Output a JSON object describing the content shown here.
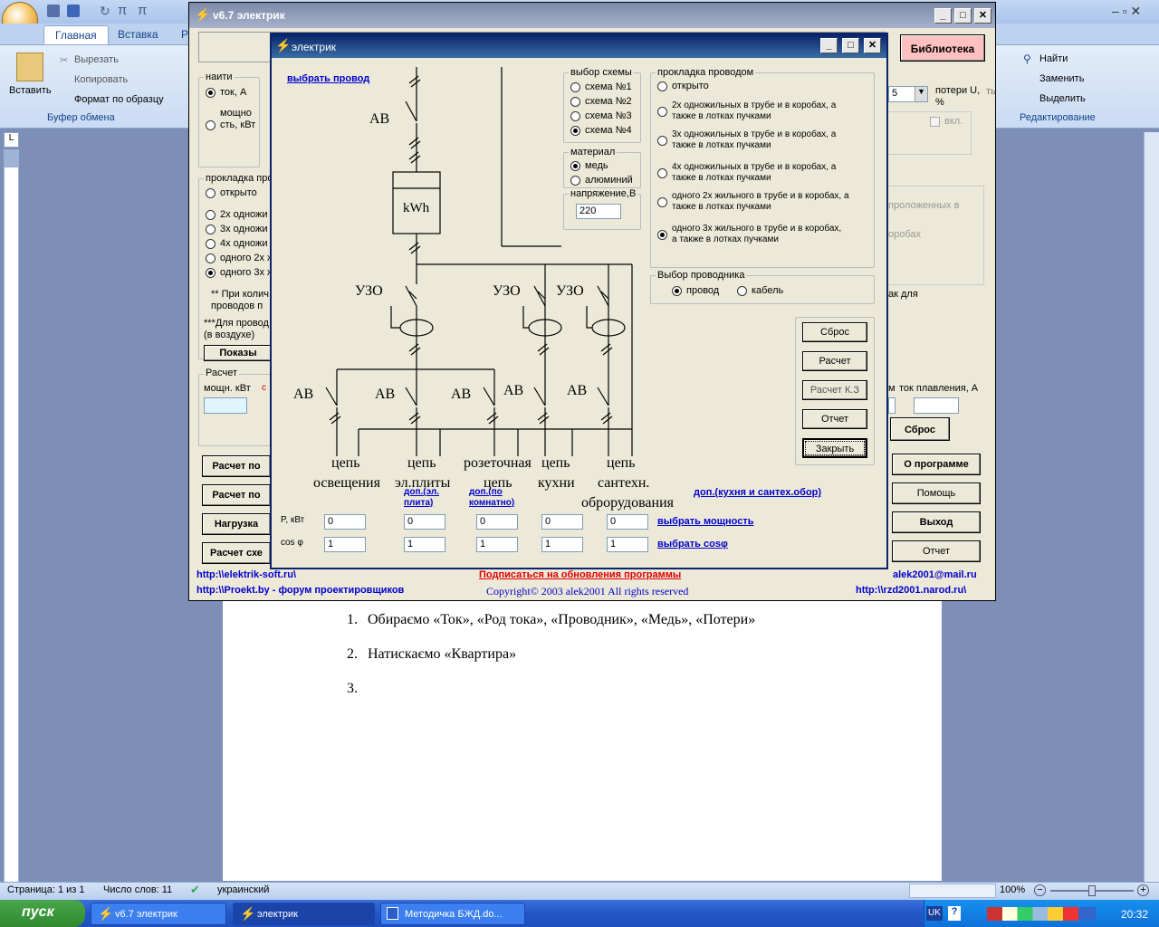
{
  "word": {
    "tabs": [
      "Главная",
      "Вставка",
      "Р"
    ],
    "clipboard": {
      "paste": "Вставить",
      "cut": "Вырезать",
      "copy": "Копировать",
      "format_painter": "Формат по образцу",
      "group": "Буфер обмена"
    },
    "editing": {
      "find": "Найти",
      "replace": "Заменить",
      "select": "Выделить",
      "group": "Редактирование"
    },
    "doc_lines": [
      {
        "num": "1.",
        "text": "Обираємо «Ток»,  «Род тока», «Проводник», «Медь», «Потери»"
      },
      {
        "num": "2.",
        "text": "Натискаємо  «Квартира»"
      },
      {
        "num": "3.",
        "text": ""
      }
    ],
    "status": {
      "page": "Страница: 1 из 1",
      "words": "Число слов: 11",
      "lang": "украинский",
      "zoom": "100%"
    }
  },
  "taskbar": {
    "start": "пуск",
    "items": [
      "v6.7 электрик",
      "электрик",
      "Методичка БЖД.do..."
    ],
    "lang": "UK",
    "clock": "20:32"
  },
  "main_window": {
    "title": "v6.7 электрик",
    "library_button": "Библиотека",
    "find_group": {
      "title": "наити",
      "options": [
        "ток, А",
        "мощно сть, кВт"
      ]
    },
    "laying_partial": {
      "title": "прокладка про",
      "options": [
        "открыто",
        "2х одножи",
        "3х одножи",
        "4х одножи",
        "одного 2х ж",
        "одного 3х ж"
      ]
    },
    "notes": [
      "** При колич проводов п",
      "***Для провод (в воздухе)"
    ],
    "show_button": "Показы",
    "calc_group": {
      "title": "Расчет",
      "power_label": "мощн. кВт"
    },
    "left_buttons": [
      "Расчет по",
      "Расчет по",
      "Нагрузка",
      "Расчет схе"
    ],
    "losses_label": "потери U, %",
    "losses_value": "5",
    "enable_label": "вкл.",
    "laid_in": "проложенных в",
    "boxes": "оробах",
    "for_label": "ак для",
    "fuse_label": "ток плавления, А",
    "m_label": "м",
    "right_buttons": [
      "Сброс",
      "О программе",
      "Помощь",
      "Выход",
      "Отчет"
    ],
    "footer": {
      "site1": "http:\\\\elektrik-soft.ru\\",
      "subscribe": "Подписаться на обновления программы",
      "email": "alek2001@mail.ru",
      "site2": "http:\\\\Proekt.by - форум проектировщиков",
      "copyright": "Copyright© 2003 alek2001 All rights reserved",
      "site3": "http:\\\\rzd2001.narod.ru\\"
    }
  },
  "child_window": {
    "title": "электрик",
    "select_wire_link": "выбрать провод",
    "scheme_group": {
      "title": "выбор схемы",
      "options": [
        "схема №1",
        "схема №2",
        "схема №3",
        "схема №4"
      ],
      "selected": 3
    },
    "material_group": {
      "title": "материал",
      "options": [
        "медь",
        "алюминий"
      ],
      "selected": 0
    },
    "voltage": {
      "title": "напряжение,В",
      "value": "220"
    },
    "laying_group": {
      "title": "прокладка проводом",
      "options": [
        "открыто",
        "2х одножильных в трубе и в коробах, а также в лотках пучками",
        "3х одножильных в трубе и в коробах, а также в лотках пучками",
        "4х одножильных в трубе и в коробах, а также в лотках пучками",
        "одного 2х жильного в трубе и в коробах, а также в лотках пучками",
        "одного 3х жильного в трубе и в коробах, а также в лотках пучками"
      ],
      "selected": 5
    },
    "conductor_group": {
      "title": "Выбор проводника",
      "options": [
        "провод",
        "кабель"
      ],
      "selected": 0
    },
    "buttons": [
      "Сброс",
      "Расчет",
      "Расчет К.З",
      "Отчет",
      "Закрыть"
    ],
    "diagram": {
      "av": "АВ",
      "uzo": "УЗО",
      "meter": "kWh",
      "circuits": [
        [
          "цепь",
          "освещения"
        ],
        [
          "цепь",
          "эл.плиты"
        ],
        [
          "розеточная",
          "цепь"
        ],
        [
          "цепь",
          "кухни"
        ],
        [
          "цепь",
          "сантехн.",
          "оброрудования"
        ]
      ]
    },
    "extra_links": [
      "доп.(эл. плита)",
      "доп.(по комнатно)",
      "доп.(кухня и сантех.обор)"
    ],
    "power_row": {
      "label": "P, кВт",
      "values": [
        "0",
        "0",
        "0",
        "0",
        "0"
      ],
      "link": "выбрать мощность "
    },
    "cos_row": {
      "label": "cos φ",
      "values": [
        "1",
        "1",
        "1",
        "1",
        "1"
      ],
      "link": "выбрать cosφ"
    }
  }
}
